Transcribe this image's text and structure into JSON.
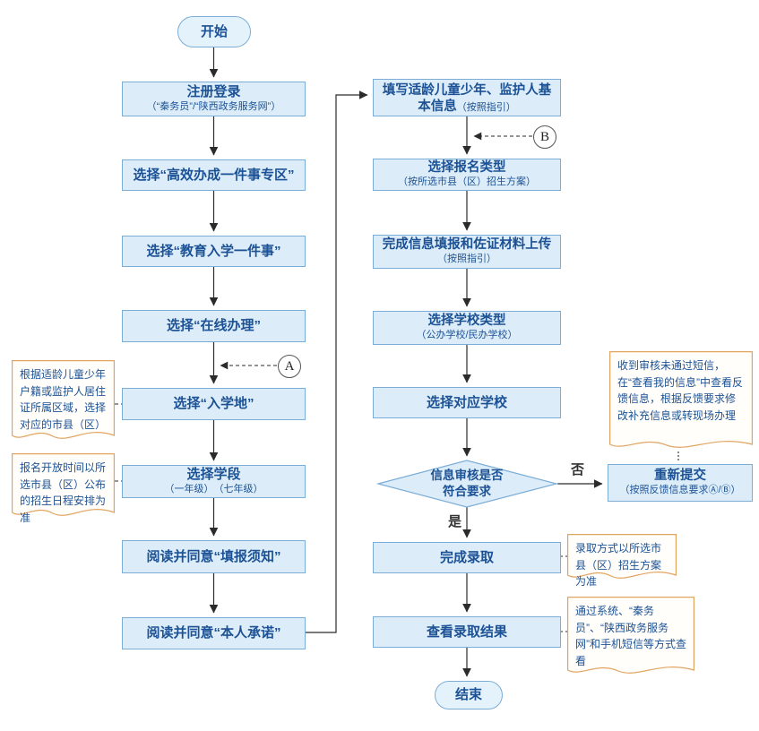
{
  "colors": {
    "node_fill": "#dcedf9",
    "node_border": "#7cadd6",
    "terminal_fill": "#e4f2fb",
    "text": "#1c5295",
    "annotation_border": "#e1a562",
    "annotation_fill": "#fffefb",
    "arrow": "#2b2b2b",
    "label": "#333333"
  },
  "terminals": {
    "start": "开始",
    "end": "结束"
  },
  "left_nodes": [
    {
      "title": "注册登录",
      "subtitle": "（“秦务员”/“陕西政务服务网”）"
    },
    {
      "title": "选择“高效办成一件事专区”"
    },
    {
      "title": "选择“教育入学一件事”"
    },
    {
      "title": "选择“在线办理”"
    },
    {
      "title": "选择“入学地”"
    },
    {
      "title": "选择学段",
      "subtitle": "（一年级）　（七年级）"
    },
    {
      "title": "阅读并同意“填报须知”"
    },
    {
      "title": "阅读并同意“本人承诺”"
    }
  ],
  "right_nodes": [
    {
      "title": "填写适龄儿童少年、监护人基本信息",
      "subtitle": "（按照指引）"
    },
    {
      "title": "选择报名类型",
      "subtitle": "（按所选市县（区）招生方案）"
    },
    {
      "title": "完成信息填报和佐证材料上传",
      "subtitle": "（按照指引）"
    },
    {
      "title": "选择学校类型",
      "subtitle": "（公办学校/民办学校）"
    },
    {
      "title": "选择对应学校"
    }
  ],
  "decision": {
    "line1": "信息审核是否",
    "line2": "符合要求"
  },
  "resubmit": {
    "title": "重新提交",
    "subtitle": "（按照反馈信息要求Ⓐ/Ⓑ）"
  },
  "post_nodes": [
    {
      "title": "完成录取"
    },
    {
      "title": "查看录取结果"
    }
  ],
  "labels": {
    "yes": "是",
    "no": "否",
    "marker_a": "A",
    "marker_b": "B"
  },
  "annotations": {
    "left1": "根据适龄儿童少年户籍或监护人居住证所属区域，选择对应的市县（区）",
    "left2": "报名开放时间以所选市县（区）公布的招生日程安排为准",
    "right1": "收到审核未通过短信，在“查看我的信息”中查看反馈信息，根据反馈要求修改补充信息或转现场办理",
    "right2": "录取方式以所选市县（区）招生方案为准",
    "right3": "通过系统、“秦务员”、“陕西政务服务网”和手机短信等方式查看"
  }
}
